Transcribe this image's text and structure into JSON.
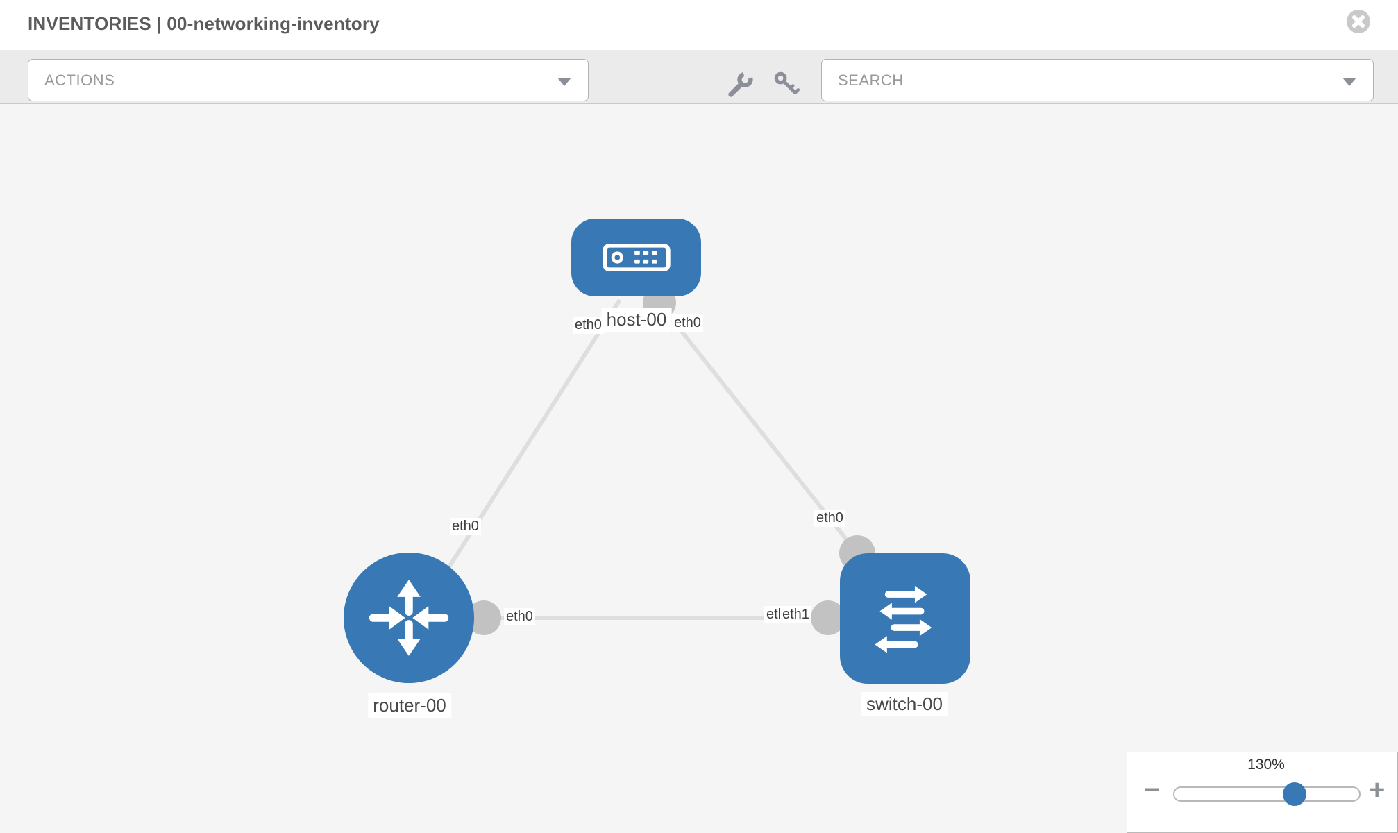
{
  "header": {
    "title": "INVENTORIES | 00-networking-inventory",
    "close_icon": "circle-x"
  },
  "toolbar": {
    "actions_label": "ACTIONS",
    "search_placeholder": "SEARCH",
    "tool_icons": [
      "wrench-icon",
      "key-icon"
    ]
  },
  "topology": {
    "nodes": [
      {
        "id": "host-00",
        "type": "host",
        "label": "host-00"
      },
      {
        "id": "router-00",
        "type": "router",
        "label": "router-00"
      },
      {
        "id": "switch-00",
        "type": "switch",
        "label": "switch-00"
      }
    ],
    "links": [
      {
        "source": "router-00",
        "source_interface": "eth0",
        "target": "host-00",
        "target_interface": "eth0"
      },
      {
        "source": "host-00",
        "source_interface": "eth0",
        "target": "switch-00",
        "target_interface": "eth0"
      },
      {
        "source": "router-00",
        "source_interface": "eth0",
        "target": "switch-00",
        "target_interface": "eth1"
      }
    ],
    "overlap_under_label": "eth0"
  },
  "zoom_control": {
    "value_label": "130%",
    "zoom_percent": 130,
    "minus_label": "−",
    "plus_label": "+"
  },
  "colors": {
    "node_blue": "#3878b4",
    "link_gray": "#dedede",
    "port_gray": "#c2c2c2",
    "toolbar_bg": "#ebebeb",
    "canvas_bg": "#f5f5f5",
    "icon_gray": "#8b8f98"
  }
}
